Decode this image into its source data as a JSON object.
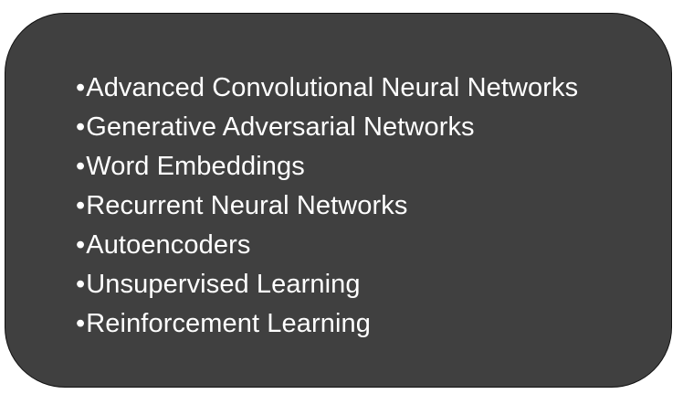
{
  "list": {
    "bullet": "•",
    "items": [
      "Advanced Convolutional Neural Networks",
      "Generative Adversarial Networks",
      "Word Embeddings",
      "Recurrent Neural Networks",
      "Autoencoders",
      "Unsupervised Learning",
      "Reinforcement Learning"
    ]
  },
  "colors": {
    "panel_background": "#404040",
    "panel_border": "#111111",
    "text": "#ffffff"
  }
}
